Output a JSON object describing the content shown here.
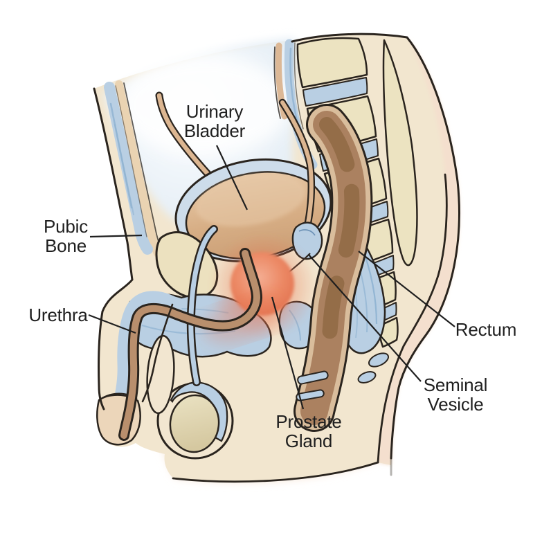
{
  "diagram": {
    "labels": {
      "urinary_bladder": {
        "line1": "Urinary",
        "line2": "Bladder"
      },
      "pubic_bone": {
        "line1": "Pubic",
        "line2": "Bone"
      },
      "urethra": {
        "line1": "Urethra"
      },
      "rectum": {
        "line1": "Rectum"
      },
      "seminal_vesicle": {
        "line1": "Seminal",
        "line2": "Vesicle"
      },
      "prostate_gland": {
        "line1": "Prostate",
        "line2": "Gland"
      }
    },
    "colors": {
      "body_cream": "#f2e6cf",
      "skin_pink": "#f4dfce",
      "cavity_blue": "#dfeaf4",
      "muscle_blue": "#b9cfe3",
      "bone_beige": "#ece3c1",
      "bladder_tan": "#d7ae85",
      "rectum_brown": "#ab8160",
      "prostate_red": "#e67a56",
      "outline_dark": "#2a241e",
      "label_text": "#1f1f1f"
    }
  }
}
